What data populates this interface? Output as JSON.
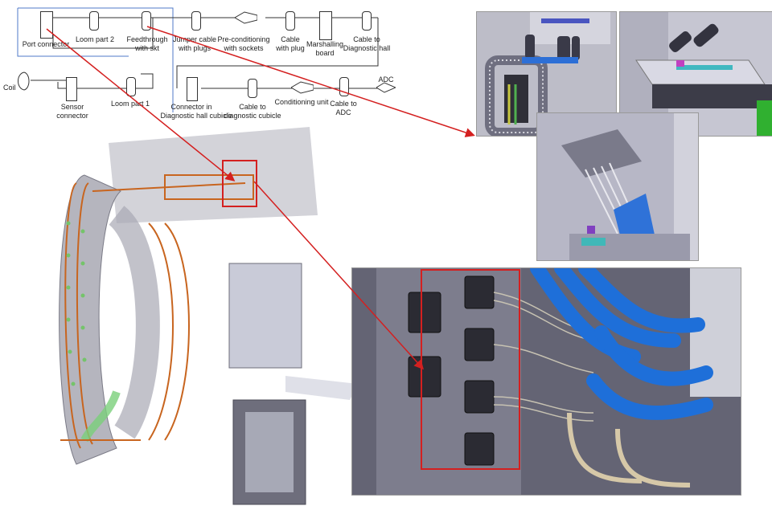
{
  "colors": {
    "accent_red": "#d42020",
    "schematic_blue": "#4f79c8",
    "cable_blue": "#1e6fd9",
    "loom_orange": "#c8651f",
    "metal_grey": "#8e8e9c"
  },
  "schematic": {
    "labels": {
      "port_connector": "Port connector",
      "loom_part_2": "Loom part 2",
      "feedthrough": "Feedthrough",
      "with_skt": "with skt",
      "jumper_cable": "Jumper cable",
      "with_plugs": "with plugs",
      "preconditioning": "Pre-conditioning",
      "with_sockets": "with sockets",
      "cable": "Cable",
      "with_plug": "with plug",
      "marshalling": "Marshalling",
      "board": "board",
      "cable_to": "Cable to",
      "diagnostic_hall": "Diagnostic hall",
      "coil": "Coil",
      "sensor": "Sensor",
      "connector": "connector",
      "loom_part_1": "Loom part 1",
      "connector_in": "Connector in",
      "diagnostic_hall_cubicle": "Diagnostic hall cubicle",
      "cable_to_2": "Cable to",
      "diagnostic_cubicle": "diagnostic cubicle",
      "conditioning_unit": "Conditioning unit",
      "cable_to_3": "Cable to",
      "adc_short": "ADC",
      "adc": "ADC"
    }
  },
  "images": [
    {
      "name": "port-cutaway-view",
      "icon": "cad-render"
    },
    {
      "name": "feedthrough-view",
      "icon": "cad-render"
    },
    {
      "name": "connector-closeup-view",
      "icon": "cad-render"
    },
    {
      "name": "vessel-loom-view",
      "icon": "cad-render"
    },
    {
      "name": "connector-bank-zoom-view",
      "icon": "cad-render"
    }
  ]
}
